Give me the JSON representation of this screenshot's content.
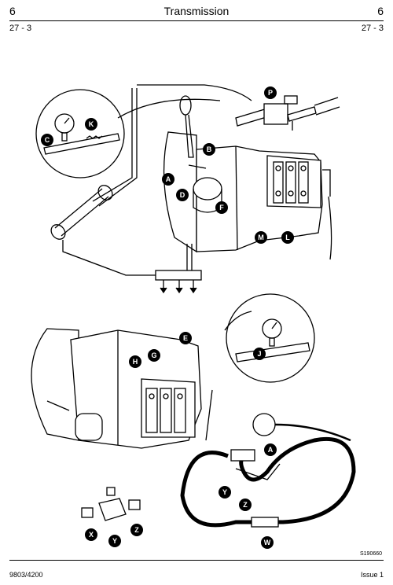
{
  "header": {
    "section_left": "6",
    "title": "Transmission",
    "section_right": "6",
    "page_left": "27 - 3",
    "page_right": "27 - 3"
  },
  "figure": {
    "image_ref": "S190660",
    "callouts": [
      "P",
      "K",
      "C",
      "B",
      "A",
      "D",
      "F",
      "M",
      "L",
      "E",
      "G",
      "H",
      "J",
      "A",
      "Y",
      "Z",
      "X",
      "Y",
      "Z",
      "W"
    ]
  },
  "footer": {
    "left": "9803/4200",
    "right": "Issue 1"
  }
}
